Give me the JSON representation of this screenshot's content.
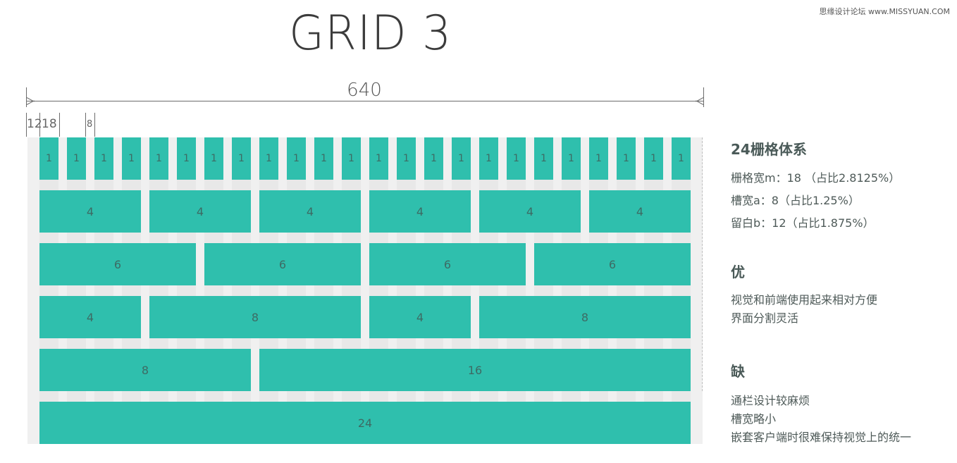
{
  "watermark": "思缘设计论坛 www.MISSYUAN.COM",
  "title": "GRID 3",
  "dimensions": {
    "total": "640",
    "margin": "12",
    "column": "18",
    "gutter": "8"
  },
  "grid": {
    "columns": 24,
    "rows": [
      [
        1,
        1,
        1,
        1,
        1,
        1,
        1,
        1,
        1,
        1,
        1,
        1,
        1,
        1,
        1,
        1,
        1,
        1,
        1,
        1,
        1,
        1,
        1,
        1
      ],
      [
        4,
        4,
        4,
        4,
        4,
        4
      ],
      [
        6,
        6,
        6,
        6
      ],
      [
        4,
        8,
        4,
        8
      ],
      [
        8,
        16
      ],
      [
        24
      ]
    ]
  },
  "panel": {
    "system": {
      "heading": "24栅格体系",
      "lines": [
        "栅格宽m：18 （占比2.8125%）",
        "槽宽a：8（占比1.25%）",
        "留白b：12（占比1.875%）"
      ]
    },
    "pros": {
      "heading": "优",
      "lines": [
        "视觉和前端使用起来相对方便",
        "界面分割灵活"
      ]
    },
    "cons": {
      "heading": "缺",
      "lines": [
        "通栏设计较麻烦",
        "槽宽略小",
        "嵌套客户端时很难保持视觉上的统一"
      ]
    }
  },
  "colors": {
    "cell": "#2fbfad",
    "cell_text": "#3d6b64",
    "background_grid": "#f0f0f0"
  }
}
